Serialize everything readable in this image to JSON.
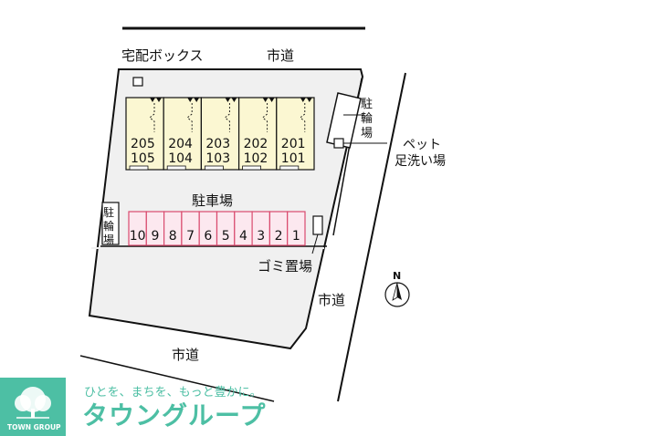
{
  "roads": {
    "north": "市道",
    "east": "市道",
    "south": "市道"
  },
  "facilities": {
    "delivery_box": "宅配ボックス",
    "bicycle_east": [
      "駐",
      "輪",
      "場"
    ],
    "pet_wash_line1": "ペット",
    "pet_wash_line2": "足洗い場",
    "parking_label": "駐車場",
    "bicycle_west": [
      "駐",
      "輪",
      "場"
    ],
    "garbage": "ゴミ置場"
  },
  "units": [
    {
      "upper": "205",
      "lower": "105"
    },
    {
      "upper": "204",
      "lower": "104"
    },
    {
      "upper": "203",
      "lower": "103"
    },
    {
      "upper": "202",
      "lower": "102"
    },
    {
      "upper": "201",
      "lower": "101"
    }
  ],
  "parking_spaces": [
    "10",
    "9",
    "8",
    "7",
    "6",
    "5",
    "4",
    "3",
    "2",
    "1"
  ],
  "compass": {
    "label": "N"
  },
  "logo": {
    "tagline": "ひとを、まちを、もっと豊かに。",
    "brand": "タウングループ",
    "mark_text": "TOWN GROUP"
  },
  "colors": {
    "building_fill": "#fbf7d2",
    "parking_fill": "#fce8ef",
    "parking_stroke": "#d94a6e",
    "lot_fill": "#f0f0f0",
    "brand_green": "#4dbfa4"
  }
}
